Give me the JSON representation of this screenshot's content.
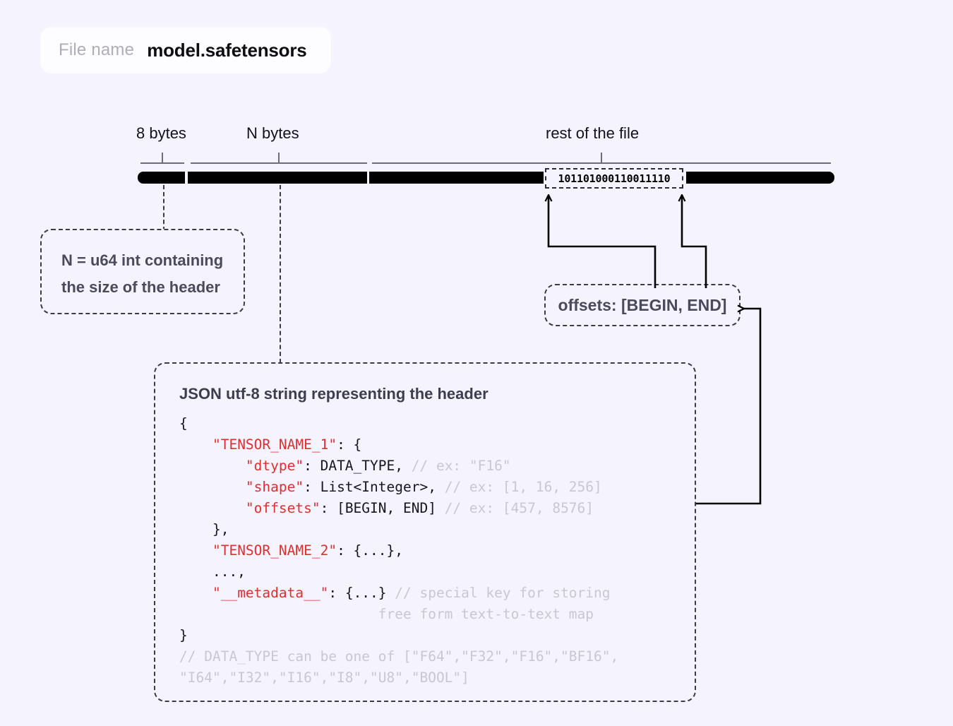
{
  "filename_field": {
    "label": "File name",
    "value": "model.safetensors"
  },
  "ruler": {
    "segments": [
      {
        "label": "8 bytes"
      },
      {
        "label": "N bytes"
      },
      {
        "label": "rest of the file"
      }
    ]
  },
  "byte_strip": {
    "bits": "101101000110011110"
  },
  "callouts": {
    "n_header": {
      "line1": "N = u64 int containing",
      "line2": "the size of the header"
    },
    "offsets": {
      "text": "offsets: [BEGIN, END]"
    }
  },
  "json_block": {
    "title": "JSON utf-8 string representing the header",
    "lines": {
      "l01": "{",
      "l02_key": "\"TENSOR_NAME_1\"",
      "l02_rest": ": {",
      "l03_key": "\"dtype\"",
      "l03_val": ": DATA_TYPE, ",
      "l03_comment": "// ex: \"F16\"",
      "l04_key": "\"shape\"",
      "l04_val": ": List<Integer>, ",
      "l04_comment": "// ex: [1, 16, 256]",
      "l05_key": "\"offsets\"",
      "l05_val": ": [BEGIN, END] ",
      "l05_comment": "// ex: [457, 8576]",
      "l06": "},",
      "l07_key": "\"TENSOR_NAME_2\"",
      "l07_rest": ": {...},",
      "l08": "    ...,",
      "l09_key": "\"__metadata__\"",
      "l09_rest": ": {...} ",
      "l09_comment": "// special key for storing",
      "l10_comment": "free form text-to-text map",
      "l11": "}",
      "l12_comment": "// DATA_TYPE can be one of [\"F64\",\"F32\",\"F16\",\"BF16\",",
      "l13_comment": "\"I64\",\"I32\",\"I16\",\"I8\",\"U8\",\"BOOL\"]"
    }
  },
  "colors": {
    "background": "#f5f3fd",
    "strip": "#000000",
    "key_red": "#e02f2f",
    "comment_gray": "#c8c8d2",
    "text_slate": "#4a4a5c",
    "ruler_gray": "#6c6c7c"
  }
}
